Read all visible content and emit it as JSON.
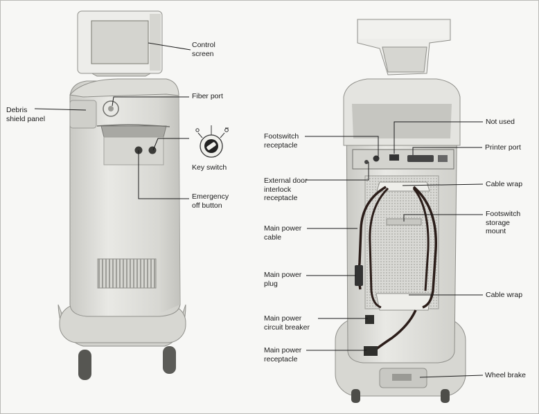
{
  "labels": {
    "control_screen": [
      "Control",
      "screen"
    ],
    "fiber_port": [
      "Fiber port"
    ],
    "debris_shield_panel": [
      "Debris",
      "shield panel"
    ],
    "key_switch": [
      "Key switch"
    ],
    "emergency_off_button": [
      "Emergency",
      "off button"
    ],
    "footswitch_receptacle": [
      "Footswitch",
      "receptacle"
    ],
    "not_used": [
      "Not used"
    ],
    "printer_port": [
      "Printer port"
    ],
    "external_door_interlock_receptacle": [
      "External door",
      "interlock",
      "receptacle"
    ],
    "cable_wrap_top": [
      "Cable wrap"
    ],
    "main_power_cable": [
      "Main power",
      "cable"
    ],
    "footswitch_storage_mount": [
      "Footswitch",
      "storage",
      "mount"
    ],
    "main_power_plug": [
      "Main power",
      "plug"
    ],
    "cable_wrap_bottom": [
      "Cable wrap"
    ],
    "main_power_circuit_breaker": [
      "Main power",
      "circuit breaker"
    ],
    "main_power_receptacle": [
      "Main power",
      "receptacle"
    ],
    "wheel_brake": [
      "Wheel brake"
    ]
  },
  "colors": {
    "body": "#e3e3df",
    "shadow": "#b4b4af",
    "outline": "#8f8f8a",
    "cable": "#2b1d19",
    "leader": "#1a1a1a"
  }
}
